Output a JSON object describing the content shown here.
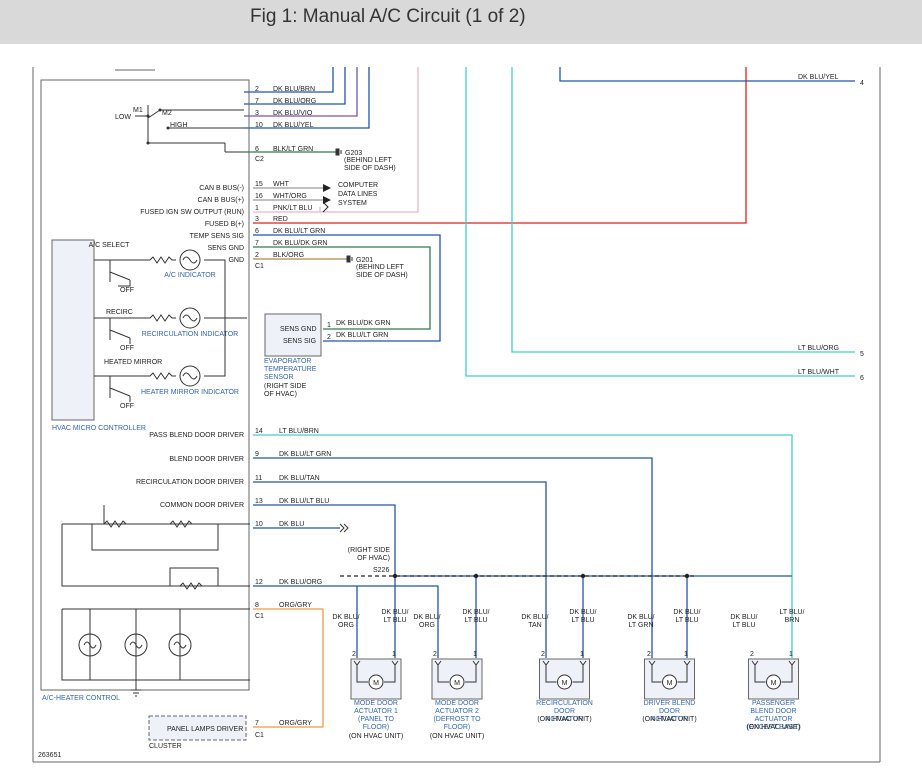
{
  "title": "Fig 1: Manual A/C Circuit (1 of 2)",
  "figure_id": "263651",
  "colors": {
    "frame": "#666666",
    "component_label": "#3366aa",
    "red": "#dd2222",
    "cyan": "#44cccc",
    "dk_blu": "#2255aa",
    "dk_green": "#337755",
    "orange": "#ee9944",
    "pink": "#e8b8c8",
    "purple": "#7755aa",
    "brown": "#aa8855"
  },
  "hvac_module": {
    "micro_controller_label": "HVAC MICRO CONTROLLER",
    "control_label": "A/C-HEATER CONTROL",
    "fan_switch": {
      "low": "LOW",
      "m1": "M1",
      "m2": "M2",
      "high": "HIGH"
    },
    "switches": [
      {
        "name": "A/C SELECT",
        "off": "OFF",
        "indicator": "A/C INDICATOR"
      },
      {
        "name": "RECIRC",
        "off": "OFF",
        "indicator": "RECIRCULATION INDICATOR"
      },
      {
        "name": "HEATED MIRROR",
        "off": "OFF",
        "indicator": "HEATER MIRROR INDICATOR"
      }
    ],
    "pin_labels": {
      "can_minus": "CAN B BUS(-)",
      "can_plus": "CAN B BUS(+)",
      "fused_ign": "FUSED IGN SW OUTPUT (RUN)",
      "fused_b": "FUSED B(+)",
      "temp_sens_sig": "TEMP SENS SIG",
      "sens_gnd": "SENS GND",
      "gnd": "GND",
      "pass_blend": "PASS BLEND DOOR DRIVER",
      "blend": "BLEND DOOR DRIVER",
      "recirc_door": "RECIRCULATION DOOR DRIVER",
      "common_door": "COMMON DOOR DRIVER"
    }
  },
  "connector_c2": {
    "label": "C2",
    "pins": [
      {
        "pin": "2",
        "wire": "DK BLU/BRN"
      },
      {
        "pin": "7",
        "wire": "DK BLU/ORG"
      },
      {
        "pin": "3",
        "wire": "DK BLU/VIO"
      },
      {
        "pin": "10",
        "wire": "DK BLU/YEL"
      },
      {
        "pin": "6",
        "wire": "BLK/LT GRN"
      }
    ]
  },
  "ground_g203": {
    "id": "G203",
    "location": "(BEHIND LEFT SIDE OF DASH)"
  },
  "data_lines": {
    "label": "COMPUTER DATA LINES SYSTEM",
    "pins": [
      {
        "pin": "15",
        "wire": "WHT"
      },
      {
        "pin": "16",
        "wire": "WHT/ORG"
      },
      {
        "pin": "1",
        "wire": "PNK/LT BLU"
      }
    ]
  },
  "connector_c1": {
    "label": "C1",
    "pins": [
      {
        "pin": "3",
        "wire": "RED"
      },
      {
        "pin": "6",
        "wire": "DK BLU/LT GRN"
      },
      {
        "pin": "7",
        "wire": "DK BLU/DK GRN"
      },
      {
        "pin": "2",
        "wire": "BLK/ORG"
      }
    ]
  },
  "ground_g201": {
    "id": "G201",
    "location": "(BEHIND LEFT SIDE OF DASH)"
  },
  "evap_sensor": {
    "pin_gnd_label": "SENS GND",
    "pin_sig_label": "SENS SIG",
    "pin_gnd": "1",
    "pin_sig": "2",
    "wire_gnd": "DK BLU/DK GRN",
    "wire_sig": "DK BLU/LT GRN",
    "name": "EVAPORATOR TEMPERATURE SENSOR",
    "location": "(RIGHT SIDE OF HVAC)"
  },
  "off_page": [
    {
      "wire": "DK BLU/YEL",
      "ref": "4"
    },
    {
      "wire": "LT BLU/ORG",
      "ref": "5"
    },
    {
      "wire": "LT BLU/WHT",
      "ref": "6"
    }
  ],
  "door_drivers": [
    {
      "pin": "14",
      "wire": "LT BLU/BRN"
    },
    {
      "pin": "9",
      "wire": "DK BLU/LT GRN"
    },
    {
      "pin": "11",
      "wire": "DK BLU/TAN"
    },
    {
      "pin": "13",
      "wire": "DK BLU/LT BLU"
    },
    {
      "pin": "10",
      "wire": "DK BLU"
    },
    {
      "pin": "12",
      "wire": "DK BLU/ORG"
    },
    {
      "pin": "8",
      "wire": "ORG/GRY"
    }
  ],
  "splice": {
    "id": "S226",
    "location": "(RIGHT SIDE OF HVAC)"
  },
  "actuators": [
    {
      "name": "MODE DOOR ACTUATOR 1 (PANEL TO FLOOR)",
      "location": "(ON HVAC UNIT)",
      "wire_left": "DK BLU/ ORG",
      "wire_right": "DK BLU/ LT BLU",
      "pin_left": "2",
      "pin_right": "1",
      "motor": "M"
    },
    {
      "name": "MODE DOOR ACTUATOR 2 (DEFROST TO FLOOR)",
      "location": "(ON HVAC UNIT)",
      "wire_left": "DK BLU/ ORG",
      "wire_right": "DK BLU/ LT BLU",
      "pin_left": "2",
      "pin_right": "1",
      "motor": "M"
    },
    {
      "name": "RECIRCULATION DOOR ACTUATOR",
      "location": "(ON HVAC UNIT)",
      "wire_left": "DK BLU/ TAN",
      "wire_right": "DK BLU/ LT BLU",
      "pin_left": "2",
      "pin_right": "1",
      "motor": "M"
    },
    {
      "name": "DRIVER BLEND DOOR ACTUATOR",
      "location": "(ON HVAC UNIT)",
      "wire_left": "DK BLU/ LT GRN",
      "wire_right": "DK BLU/ LT BLU",
      "pin_left": "2",
      "pin_right": "1",
      "motor": "M"
    },
    {
      "name": "PASSENGER BLEND DOOR ACTUATOR (EXCEPT BASE)",
      "location": "(ON HVAC UNIT)",
      "wire_left": "DK BLU/ LT BLU",
      "wire_right": "LT BLU/ BRN",
      "pin_left": "2",
      "pin_right": "1",
      "motor": "M"
    }
  ],
  "cluster": {
    "label": "CLUSTER",
    "driver": "PANEL LAMPS DRIVER",
    "pin": "7",
    "wire": "ORG/GRY",
    "connector": "C1"
  }
}
